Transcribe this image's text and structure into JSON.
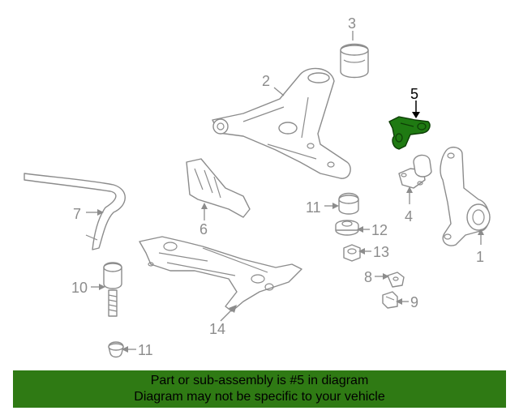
{
  "callouts": {
    "c1": "1",
    "c2": "2",
    "c3": "3",
    "c4": "4",
    "c5": "5",
    "c6": "6",
    "c7": "7",
    "c8": "8",
    "c9": "9",
    "c10": "10",
    "c11a": "11",
    "c11b": "11",
    "c12": "12",
    "c13": "13",
    "c14": "14"
  },
  "highlighted_part": "5",
  "colors": {
    "highlight": "#1f7a12",
    "banner": "#2f7a14",
    "line": "#8c8c8c"
  },
  "banner": {
    "line1": "Part or sub-assembly is #5 in diagram",
    "line2": "Diagram may not be specific to your vehicle"
  }
}
